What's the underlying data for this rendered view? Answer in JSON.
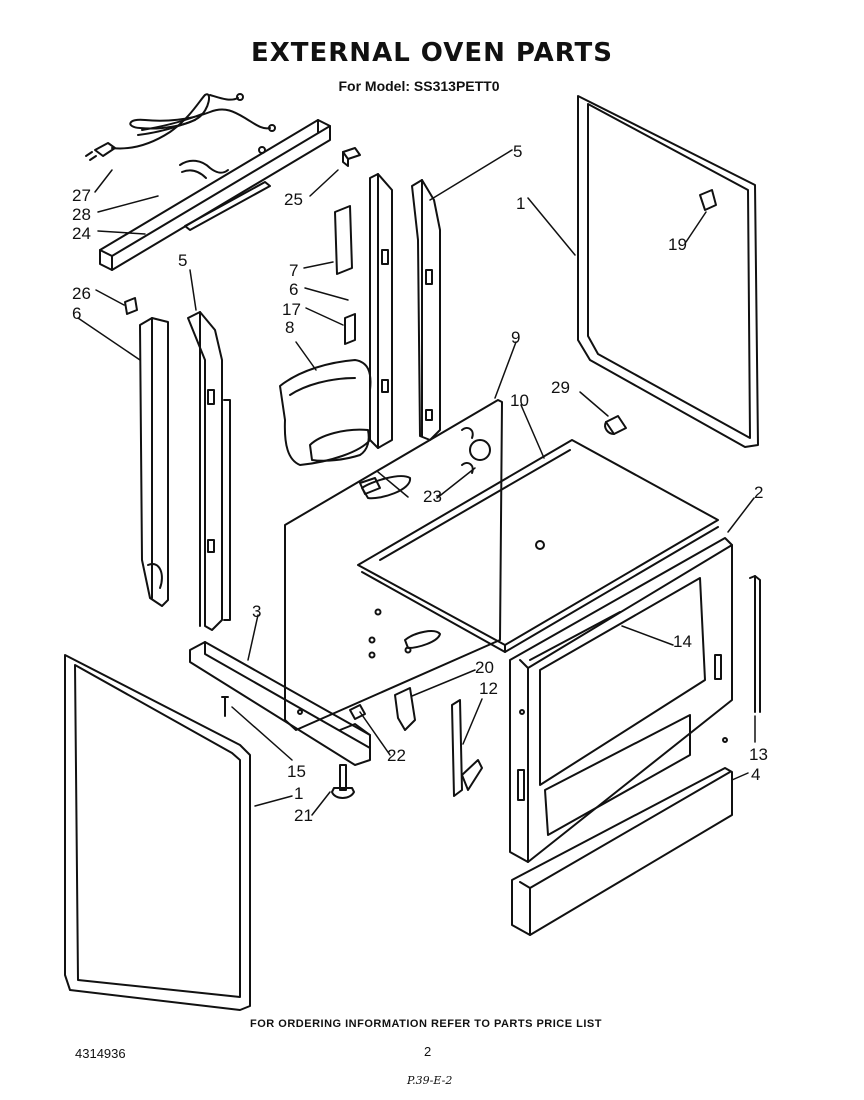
{
  "header": {
    "title": "EXTERNAL OVEN PARTS",
    "subtitle": "For Model: SS313PETT0"
  },
  "callouts": [
    "27",
    "28",
    "24",
    "25",
    "5",
    "1",
    "19",
    "7",
    "6",
    "17",
    "8",
    "5",
    "26",
    "6",
    "9",
    "10",
    "29",
    "23",
    "2",
    "3",
    "14",
    "20",
    "12",
    "15",
    "22",
    "1",
    "21",
    "13",
    "4"
  ],
  "footer": {
    "note": "FOR ORDERING INFORMATION REFER TO PARTS PRICE LIST",
    "doc_number": "4314936",
    "page_number": "2",
    "handwritten": "P.39-E-2"
  }
}
